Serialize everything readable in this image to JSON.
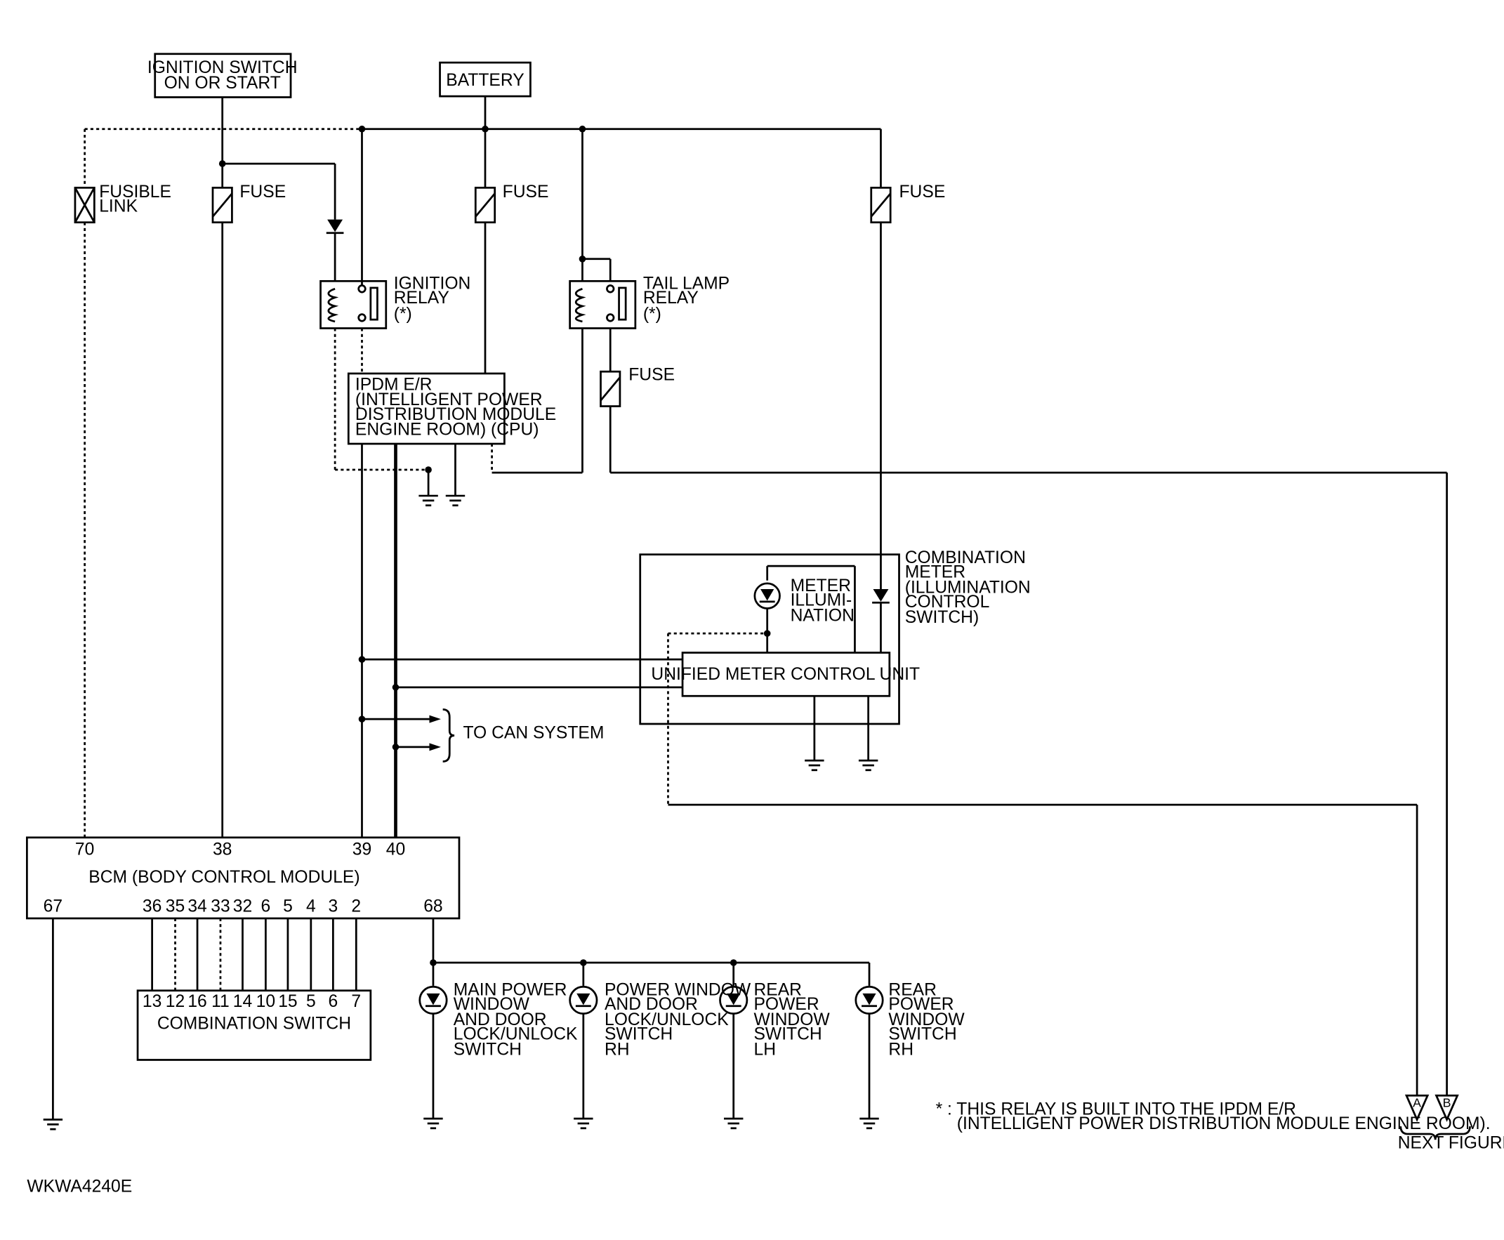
{
  "labels": {
    "ignition_switch": [
      "IGNITION SWITCH",
      "ON OR START"
    ],
    "battery": "BATTERY",
    "fusible_link": [
      "FUSIBLE",
      "LINK"
    ],
    "fuse": "FUSE",
    "ignition_relay": [
      "IGNITION",
      "RELAY",
      "(*)"
    ],
    "tail_lamp_relay": [
      "TAIL LAMP",
      "RELAY",
      "(*)"
    ],
    "ipdm": [
      "IPDM E/R",
      "(INTELLIGENT POWER",
      "DISTRIBUTION MODULE",
      "ENGINE ROOM) (CPU)"
    ],
    "combination_meter": [
      "COMBINATION",
      "METER",
      "(ILLUMINATION",
      "CONTROL",
      "SWITCH)"
    ],
    "meter_illumination": [
      "METER",
      "ILLUMI-",
      "NATION"
    ],
    "unified_meter": "UNIFIED METER CONTROL UNIT",
    "can_system": "TO CAN SYSTEM",
    "bcm": "BCM (BODY CONTROL MODULE)",
    "combination_switch": "COMBINATION SWITCH",
    "main_pw_switch": [
      "MAIN POWER",
      "WINDOW",
      "AND DOOR",
      "LOCK/UNLOCK",
      "SWITCH"
    ],
    "pw_switch_rh": [
      "POWER WINDOW",
      "AND DOOR",
      "LOCK/UNLOCK",
      "SWITCH",
      "RH"
    ],
    "rear_pw_lh": [
      "REAR",
      "POWER",
      "WINDOW",
      "SWITCH",
      "LH"
    ],
    "rear_pw_rh": [
      "REAR",
      "POWER",
      "WINDOW",
      "SWITCH",
      "RH"
    ],
    "footnote": [
      "* : THIS RELAY IS BUILT INTO THE IPDM E/R",
      "(INTELLIGENT POWER DISTRIBUTION MODULE ENGINE ROOM)."
    ],
    "connector_a": "A",
    "connector_b": "B",
    "next_figure": "NEXT FIGURE",
    "figure_code": "WKWA4240E"
  },
  "bcm_pins_top": [
    "70",
    "38",
    "39",
    "40"
  ],
  "bcm_pins_bottom": [
    "67",
    "36",
    "35",
    "34",
    "33",
    "32",
    "6",
    "5",
    "4",
    "3",
    "2",
    "68"
  ],
  "combination_switch_pins": [
    "13",
    "12",
    "16",
    "11",
    "14",
    "10",
    "15",
    "5",
    "6",
    "7"
  ]
}
